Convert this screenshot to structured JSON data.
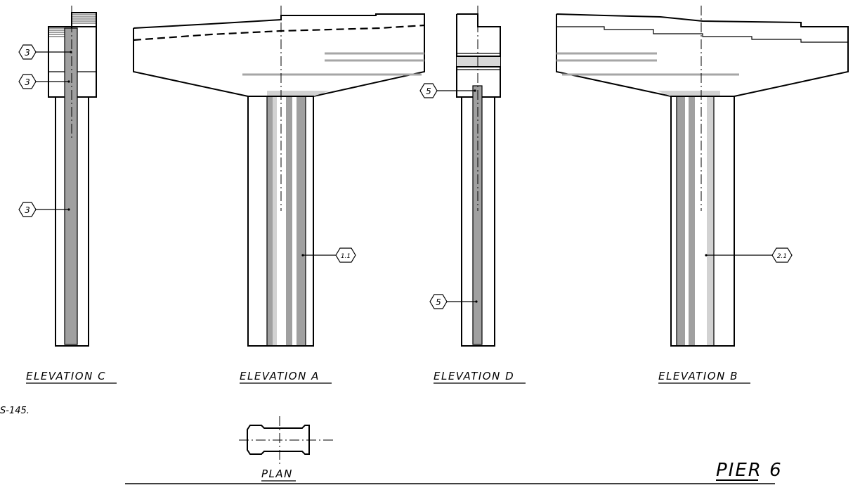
{
  "drawing": {
    "title": "PIER 6",
    "note": "S-145.",
    "views": {
      "elev_c": "ELEVATION C",
      "elev_a": "ELEVATION A",
      "elev_d": "ELEVATION D",
      "elev_b": "ELEVATION B",
      "plan": "PLAN"
    },
    "tags": {
      "c_top": "3",
      "c_mid": "3",
      "c_col": "3",
      "a_col": "1.1",
      "d_top": "5",
      "d_col": "5",
      "b_col": "2.1"
    }
  }
}
